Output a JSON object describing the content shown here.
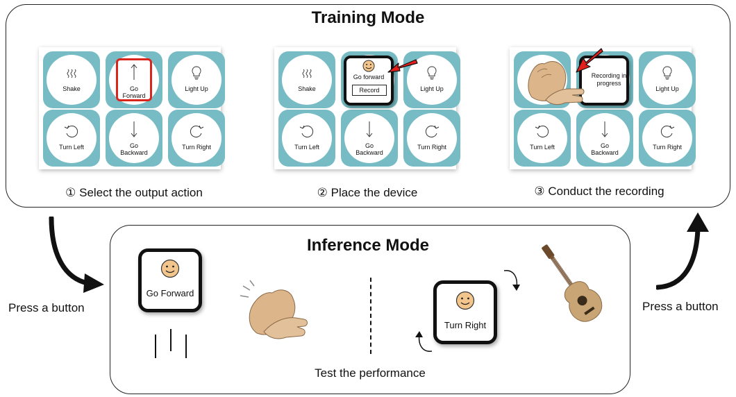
{
  "training": {
    "title": "Training Mode",
    "steps": [
      {
        "caption": "① Select the output action"
      },
      {
        "caption": "② Place the device"
      },
      {
        "caption": "③ Conduct the recording"
      }
    ],
    "actions": {
      "shake": "Shake",
      "go_forward": "Go Forward",
      "light_up": "Light Up",
      "turn_left": "Turn Left",
      "go_backward": "Go Backward",
      "turn_right": "Turn Right"
    },
    "device_step2": {
      "label": "Go forward",
      "button": "Record"
    },
    "device_step3": {
      "label": "Recording in progress"
    }
  },
  "inference": {
    "title": "Inference Mode",
    "device_left": "Go Forward",
    "device_right": "Turn Right",
    "caption": "Test the performance"
  },
  "press_left": "Press a button",
  "press_right": "Press a button",
  "colors": {
    "tile": "#77bcc4",
    "highlight": "#d9251c",
    "arrow": "#e3201b",
    "skin": "#dcb58a",
    "face": "#f2c58c"
  }
}
